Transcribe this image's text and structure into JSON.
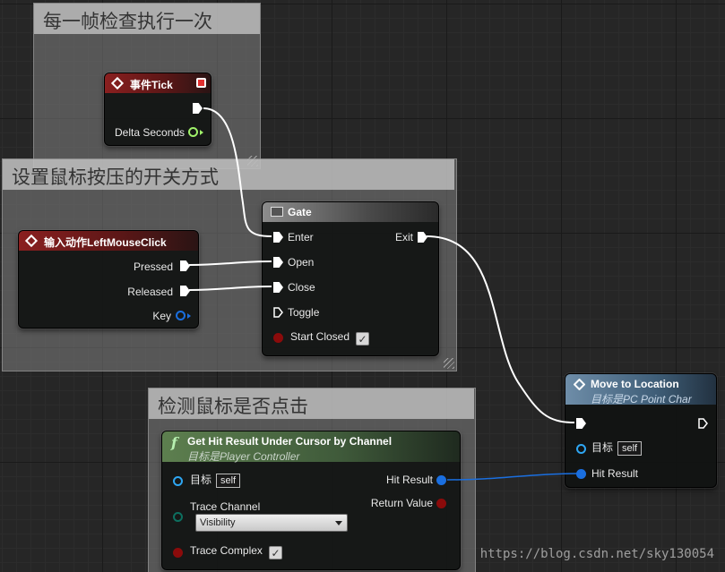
{
  "colors": {
    "event_header": "#8a1f1f",
    "exec_wire": "#ffffff",
    "float_pin": "#9ff06a",
    "struct_pin": "#1a6fe0",
    "bool_pin": "#8b0b0b",
    "enum_pin": "#0d6f5f",
    "object_pin": "#2ea6f2"
  },
  "comments": {
    "every_frame": "每一帧检查执行一次",
    "mouse_press_gate": "设置鼠标按压的开关方式",
    "detect_click": "检测鼠标是否点击"
  },
  "event_tick": {
    "title": "事件Tick",
    "delta_seconds": "Delta Seconds"
  },
  "input_action": {
    "title": "输入动作LeftMouseClick",
    "pressed": "Pressed",
    "released": "Released",
    "key": "Key"
  },
  "gate": {
    "title": "Gate",
    "enter": "Enter",
    "open": "Open",
    "close": "Close",
    "toggle": "Toggle",
    "start_closed": "Start Closed",
    "exit": "Exit"
  },
  "hit_result_node": {
    "title": "Get Hit Result Under Cursor by Channel",
    "subtitle": "目标是Player Controller",
    "target_label": "目标",
    "target_value": "self",
    "trace_channel": "Trace Channel",
    "trace_channel_value": "Visibility",
    "trace_complex": "Trace Complex",
    "hit_result": "Hit Result",
    "return_value": "Return Value"
  },
  "move_node": {
    "title": "Move to Location",
    "subtitle": "目标是PC Point Char",
    "target_label": "目标",
    "target_value": "self",
    "hit_result": "Hit Result"
  },
  "watermark": "https://blog.csdn.net/sky130054"
}
